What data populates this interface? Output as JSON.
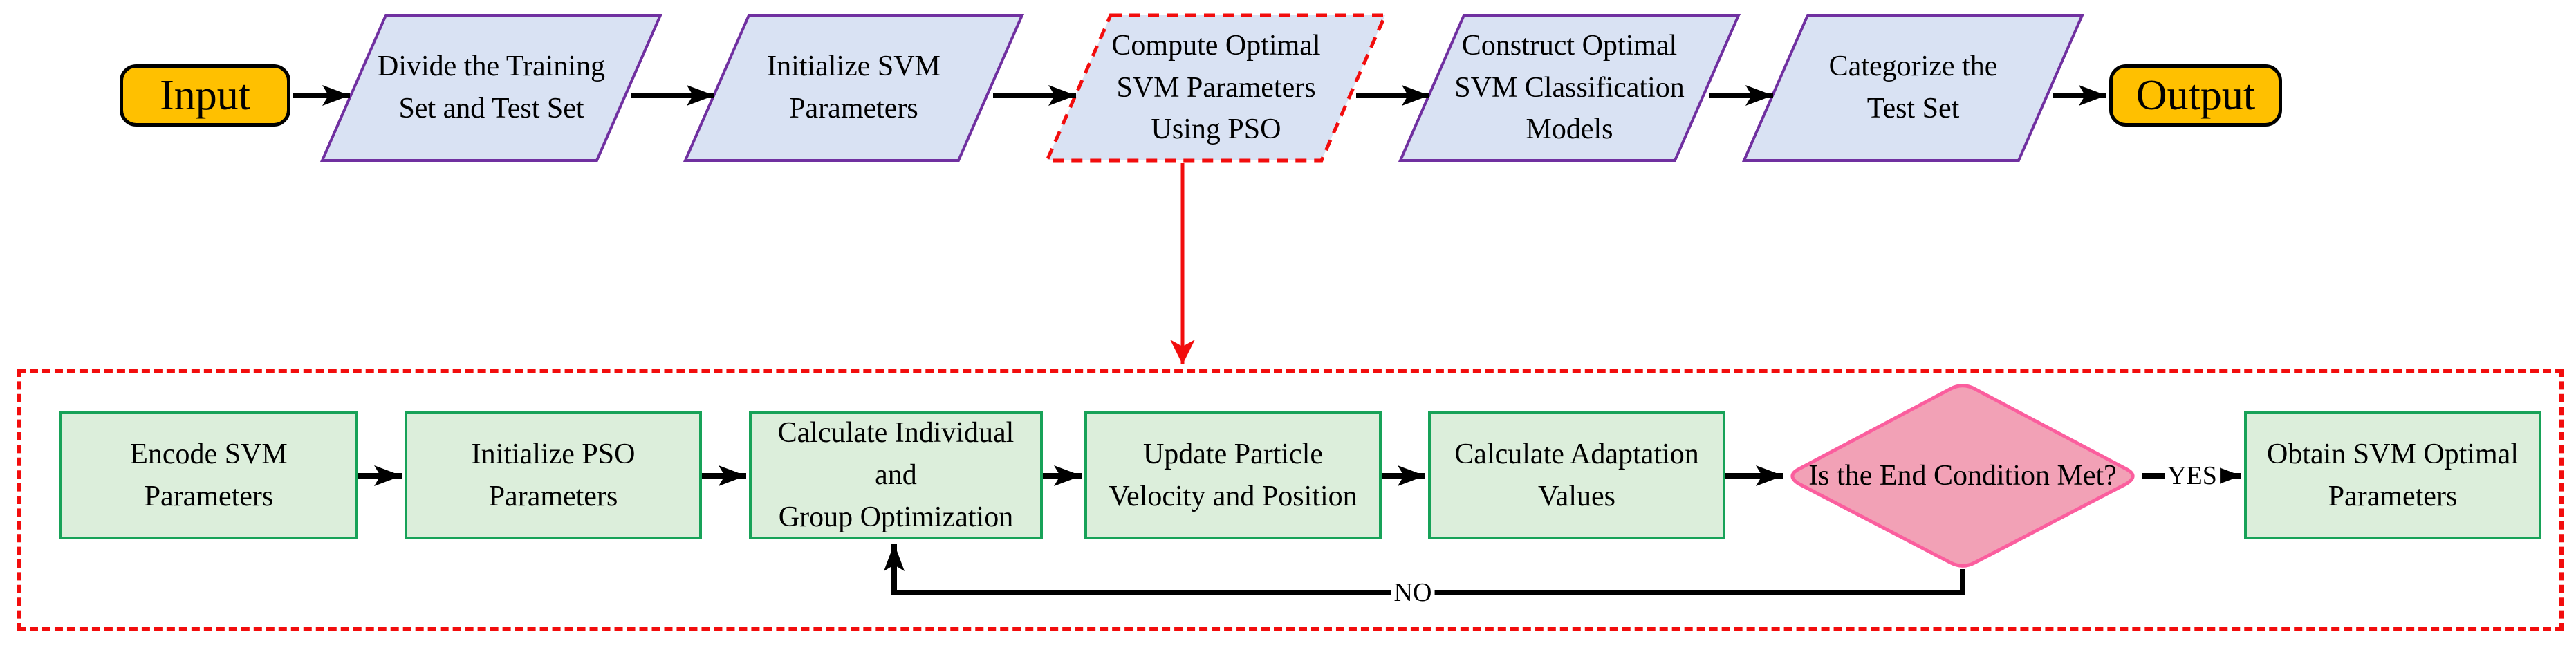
{
  "main_flow": {
    "input_label": "Input",
    "output_label": "Output",
    "steps": [
      {
        "label": "Divide the Training Set and Test Set",
        "lines": [
          "Divide the Training",
          "Set and Test Set"
        ],
        "highlighted": false
      },
      {
        "label": "Initialize SVM Parameters",
        "lines": [
          "Initialize SVM",
          "Parameters"
        ],
        "highlighted": false
      },
      {
        "label": "Compute Optimal SVM Parameters Using PSO",
        "lines": [
          "Compute Optimal",
          "SVM Parameters",
          "Using PSO"
        ],
        "highlighted": true
      },
      {
        "label": "Construct Optimal SVM Classification Models",
        "lines": [
          "Construct Optimal",
          "SVM Classification",
          "Models"
        ],
        "highlighted": false
      },
      {
        "label": "Categorize the Test Set",
        "lines": [
          "Categorize the",
          "Test Set"
        ],
        "highlighted": false
      }
    ]
  },
  "pso_flow": {
    "steps": [
      {
        "label": "Encode SVM Parameters",
        "lines": [
          "Encode SVM",
          "Parameters"
        ]
      },
      {
        "label": "Initialize PSO Parameters",
        "lines": [
          "Initialize PSO",
          "Parameters"
        ]
      },
      {
        "label": "Calculate Individual and Group Optimization",
        "lines": [
          "Calculate Individual",
          "and",
          "Group Optimization"
        ]
      },
      {
        "label": "Update Particle Velocity and Position",
        "lines": [
          "Update Particle",
          "Velocity and Position"
        ]
      },
      {
        "label": "Calculate Adaptation Values",
        "lines": [
          "Calculate Adaptation",
          "Values"
        ]
      },
      {
        "label": "Obtain SVM Optimal Parameters",
        "lines": [
          "Obtain SVM Optimal",
          "Parameters"
        ]
      }
    ],
    "decision_label": "Is the End Condition Met?",
    "yes_label": "YES",
    "no_label": "NO"
  },
  "colors": {
    "terminator_fill": "#FFC000",
    "terminator_border": "#000000",
    "process_fill": "#D9E2F3",
    "process_border": "#7030A0",
    "highlight_red": "#F20D0D",
    "subprocess_fill": "#DCEEDB",
    "subprocess_border": "#17A258",
    "decision_fill": "#F2A1B6",
    "decision_border": "#FB5E9E",
    "connector_black": "#000000"
  }
}
